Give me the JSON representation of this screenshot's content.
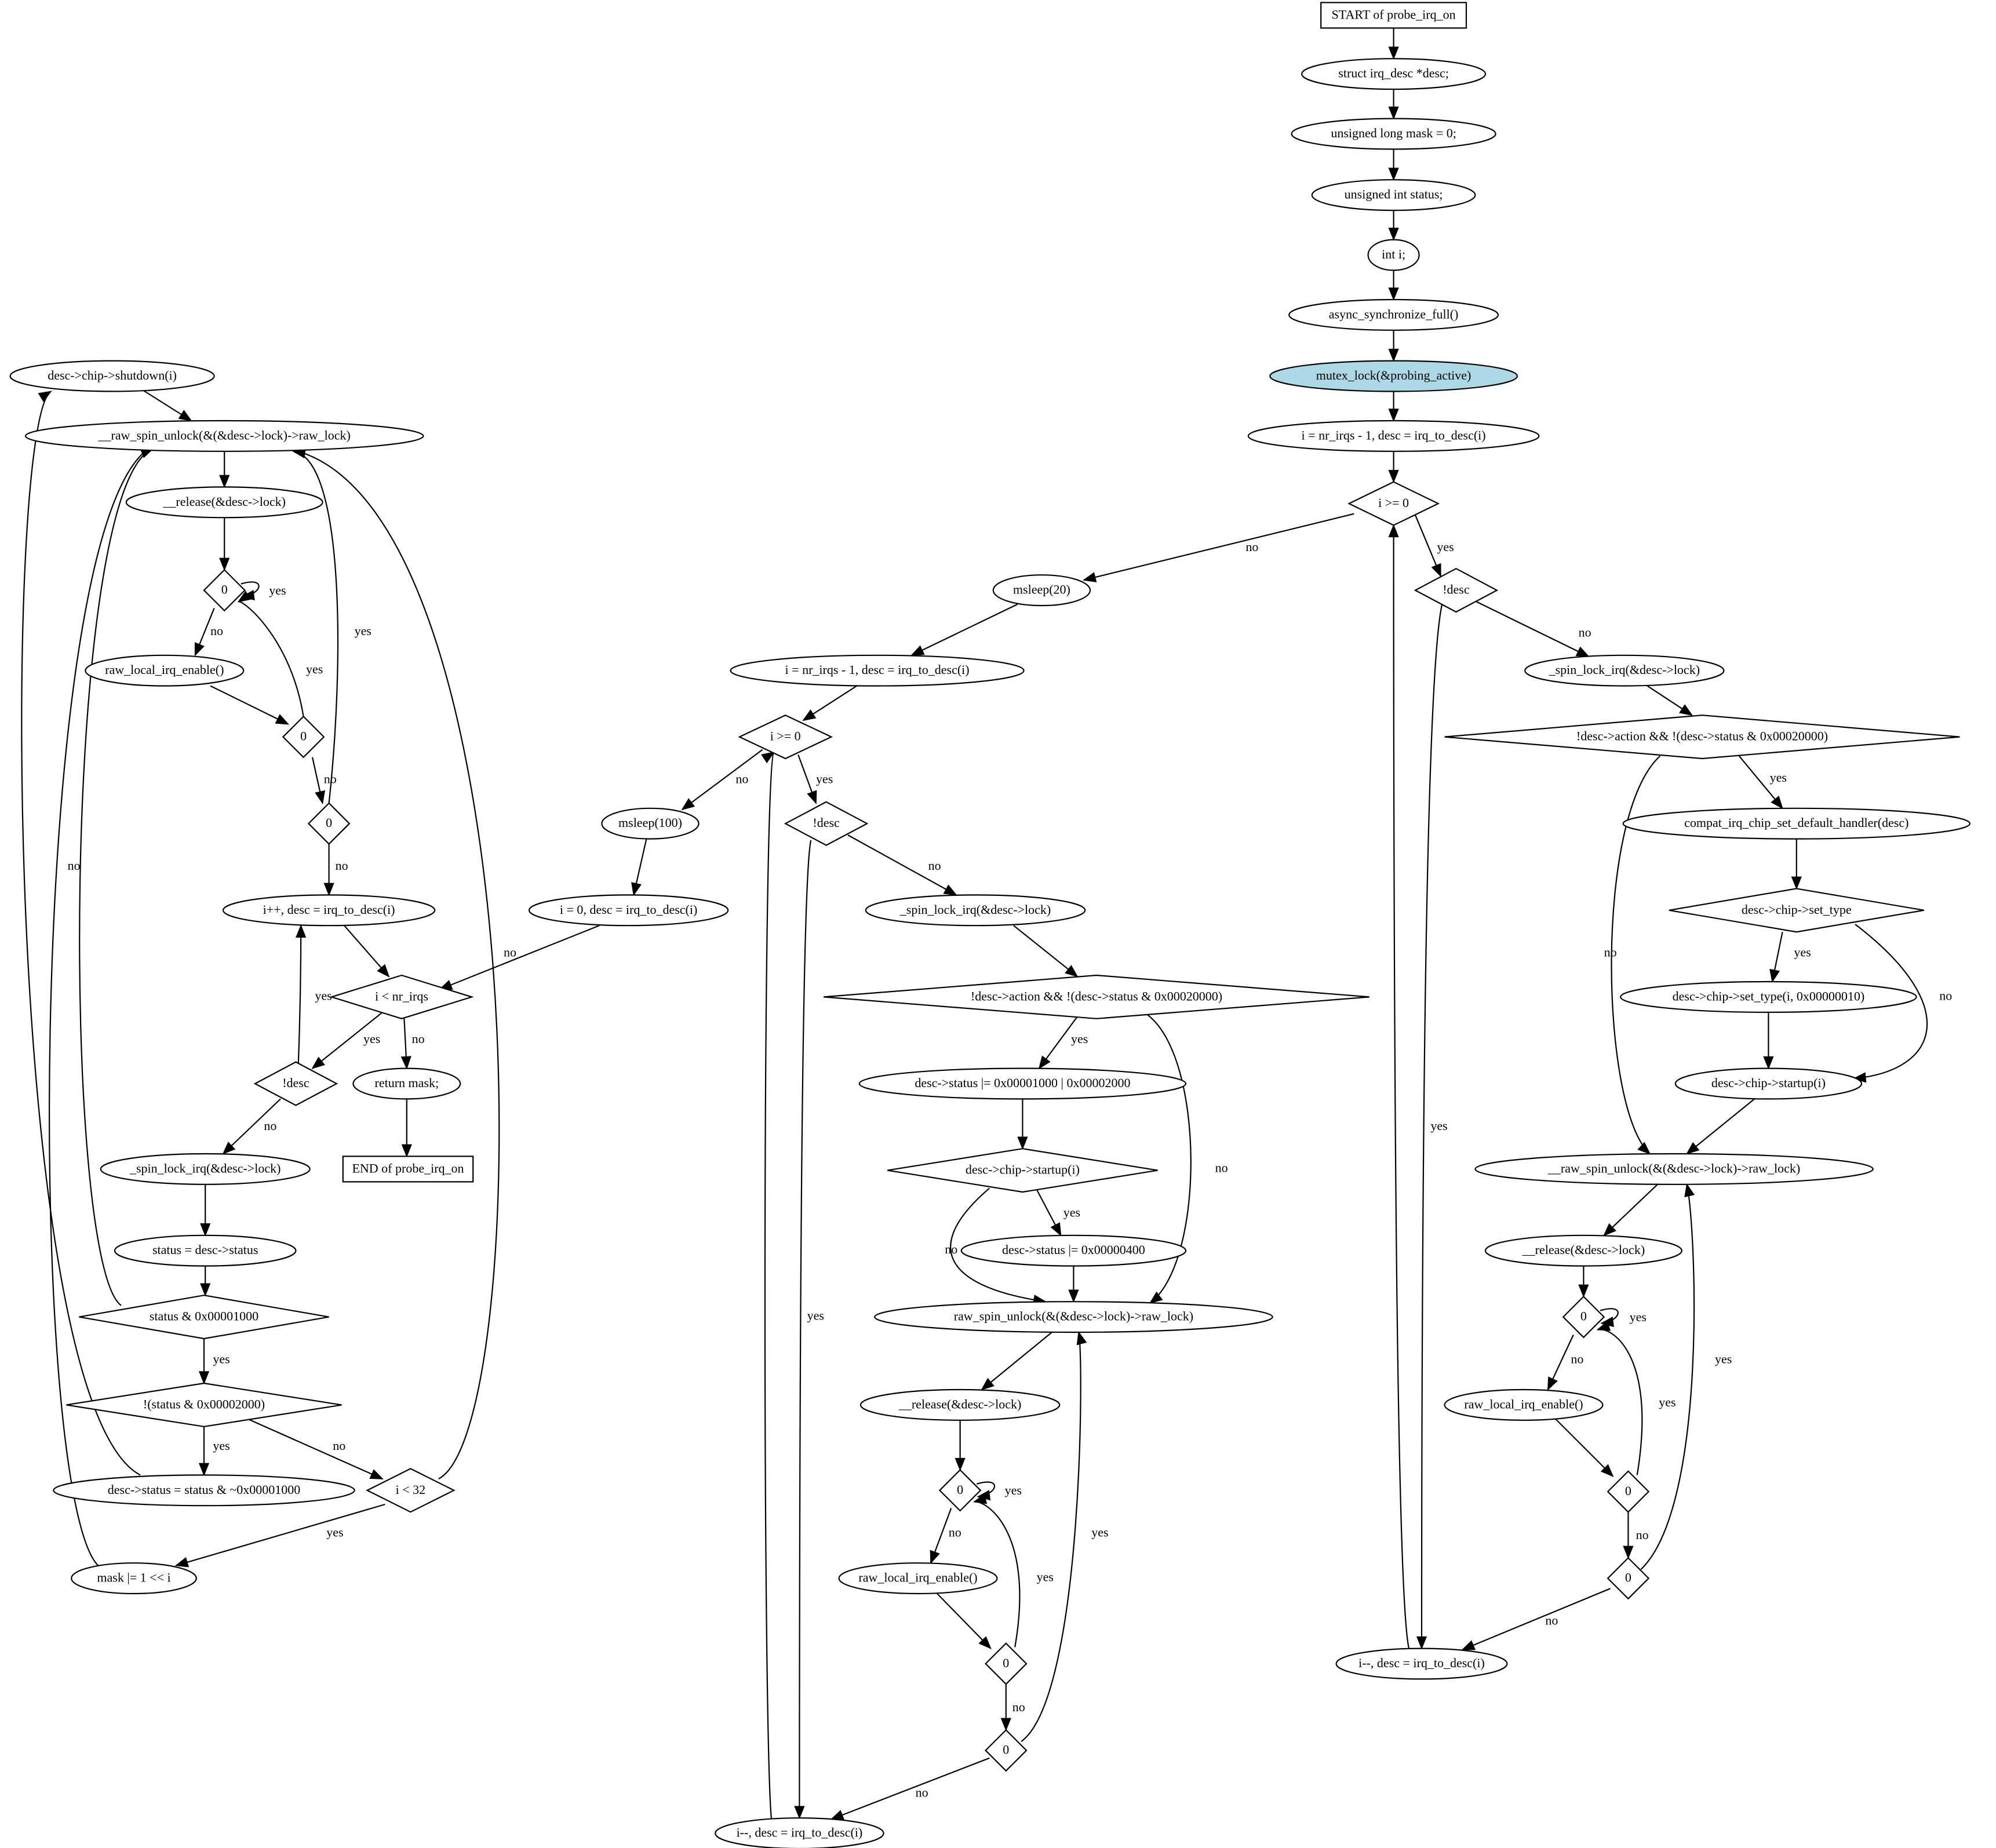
{
  "diagram": {
    "highlight_color": "#add8e6",
    "nodes": [
      {
        "id": "start",
        "shape": "box",
        "text": "START of probe_irq_on"
      },
      {
        "id": "n_desc",
        "shape": "ellipse",
        "text": "struct irq_desc *desc;"
      },
      {
        "id": "n_mask",
        "shape": "ellipse",
        "text": "unsigned long mask = 0;"
      },
      {
        "id": "n_status",
        "shape": "ellipse",
        "text": "unsigned int status;"
      },
      {
        "id": "n_int",
        "shape": "ellipse",
        "text": "int i;"
      },
      {
        "id": "n_async",
        "shape": "ellipse",
        "text": "async_synchronize_full()"
      },
      {
        "id": "n_mutex",
        "shape": "ellipse",
        "text": "mutex_lock(&probing_active)",
        "highlight": true
      },
      {
        "id": "n_init1",
        "shape": "ellipse",
        "text": "i = nr_irqs - 1, desc = irq_to_desc(i)"
      },
      {
        "id": "d_loop1",
        "shape": "diamond",
        "text": "i >= 0"
      },
      {
        "id": "d_desc1",
        "shape": "diamond",
        "text": "!desc"
      },
      {
        "id": "n_lock1",
        "shape": "ellipse",
        "text": "_spin_lock_irq(&desc->lock)"
      },
      {
        "id": "d_action1",
        "shape": "diamond",
        "text": "!desc->action && !(desc->status & 0x00020000)"
      },
      {
        "id": "n_compat",
        "shape": "ellipse",
        "text": "compat_irq_chip_set_default_handler(desc)"
      },
      {
        "id": "d_settype",
        "shape": "diamond",
        "text": "desc->chip->set_type"
      },
      {
        "id": "n_settype",
        "shape": "ellipse",
        "text": "desc->chip->set_type(i, 0x00000010)"
      },
      {
        "id": "n_startup1",
        "shape": "ellipse",
        "text": "desc->chip->startup(i)"
      },
      {
        "id": "n_unlock1",
        "shape": "ellipse",
        "text": "__raw_spin_unlock(&(&desc->lock)->raw_lock)"
      },
      {
        "id": "n_release1",
        "shape": "ellipse",
        "text": "__release(&desc->lock)"
      },
      {
        "id": "d_z1a",
        "shape": "diamond",
        "text": "0"
      },
      {
        "id": "n_rlie1",
        "shape": "ellipse",
        "text": "raw_local_irq_enable()"
      },
      {
        "id": "d_z1b",
        "shape": "diamond",
        "text": "0"
      },
      {
        "id": "d_z1c",
        "shape": "diamond",
        "text": "0"
      },
      {
        "id": "n_dec1",
        "shape": "ellipse",
        "text": "i--, desc = irq_to_desc(i)"
      },
      {
        "id": "n_msleep20",
        "shape": "ellipse",
        "text": "msleep(20)"
      },
      {
        "id": "n_init2",
        "shape": "ellipse",
        "text": "i = nr_irqs - 1, desc = irq_to_desc(i)"
      },
      {
        "id": "d_loop2",
        "shape": "diamond",
        "text": "i >= 0"
      },
      {
        "id": "d_desc2",
        "shape": "diamond",
        "text": "!desc"
      },
      {
        "id": "n_lock2",
        "shape": "ellipse",
        "text": "_spin_lock_irq(&desc->lock)"
      },
      {
        "id": "d_action2",
        "shape": "diamond",
        "text": "!desc->action && !(desc->status & 0x00020000)"
      },
      {
        "id": "n_setstat",
        "shape": "ellipse",
        "text": "desc->status |= 0x00001000 | 0x00002000"
      },
      {
        "id": "d_startup2",
        "shape": "diamond",
        "text": "desc->chip->startup(i)"
      },
      {
        "id": "n_setstat2",
        "shape": "ellipse",
        "text": "desc->status |= 0x00000400"
      },
      {
        "id": "n_unlock2",
        "shape": "ellipse",
        "text": "raw_spin_unlock(&(&desc->lock)->raw_lock)"
      },
      {
        "id": "n_release2",
        "shape": "ellipse",
        "text": "__release(&desc->lock)"
      },
      {
        "id": "d_z2a",
        "shape": "diamond",
        "text": "0"
      },
      {
        "id": "n_rlie2",
        "shape": "ellipse",
        "text": "raw_local_irq_enable()"
      },
      {
        "id": "d_z2b",
        "shape": "diamond",
        "text": "0"
      },
      {
        "id": "d_z2c",
        "shape": "diamond",
        "text": "0"
      },
      {
        "id": "n_dec2",
        "shape": "ellipse",
        "text": "i--, desc = irq_to_desc(i)"
      },
      {
        "id": "n_msleep100",
        "shape": "ellipse",
        "text": "msleep(100)"
      },
      {
        "id": "n_init3",
        "shape": "ellipse",
        "text": "i = 0, desc = irq_to_desc(i)"
      },
      {
        "id": "d_loop3",
        "shape": "diamond",
        "text": "i < nr_irqs"
      },
      {
        "id": "n_return",
        "shape": "ellipse",
        "text": "return mask;"
      },
      {
        "id": "end",
        "shape": "box",
        "text": "END of probe_irq_on"
      },
      {
        "id": "d_desc3",
        "shape": "diamond",
        "text": "!desc"
      },
      {
        "id": "n_lock3",
        "shape": "ellipse",
        "text": "_spin_lock_irq(&desc->lock)"
      },
      {
        "id": "n_getstat",
        "shape": "ellipse",
        "text": "status = desc->status"
      },
      {
        "id": "d_stat1",
        "shape": "diamond",
        "text": "status & 0x00001000"
      },
      {
        "id": "d_stat2",
        "shape": "diamond",
        "text": "!(status & 0x00002000)"
      },
      {
        "id": "n_clr",
        "shape": "ellipse",
        "text": "desc->status = status & ~0x00001000"
      },
      {
        "id": "n_shutdown",
        "shape": "ellipse",
        "text": "desc->chip->shutdown(i)"
      },
      {
        "id": "d_lt32",
        "shape": "diamond",
        "text": "i < 32"
      },
      {
        "id": "n_maskor",
        "shape": "ellipse",
        "text": "mask |= 1 << i"
      },
      {
        "id": "n_unlock3",
        "shape": "ellipse",
        "text": "__raw_spin_unlock(&(&desc->lock)->raw_lock)"
      },
      {
        "id": "n_release3",
        "shape": "ellipse",
        "text": "__release(&desc->lock)"
      },
      {
        "id": "d_z3a",
        "shape": "diamond",
        "text": "0"
      },
      {
        "id": "n_rlie3",
        "shape": "ellipse",
        "text": "raw_local_irq_enable()"
      },
      {
        "id": "d_z3b",
        "shape": "diamond",
        "text": "0"
      },
      {
        "id": "d_z3c",
        "shape": "diamond",
        "text": "0"
      },
      {
        "id": "n_inc",
        "shape": "ellipse",
        "text": "i++, desc = irq_to_desc(i)"
      }
    ],
    "edges": [
      {
        "from": "start",
        "to": "n_desc",
        "label": ""
      },
      {
        "from": "n_desc",
        "to": "n_mask",
        "label": ""
      },
      {
        "from": "n_mask",
        "to": "n_status",
        "label": ""
      },
      {
        "from": "n_status",
        "to": "n_int",
        "label": ""
      },
      {
        "from": "n_int",
        "to": "n_async",
        "label": ""
      },
      {
        "from": "n_async",
        "to": "n_mutex",
        "label": ""
      },
      {
        "from": "n_mutex",
        "to": "n_init1",
        "label": ""
      },
      {
        "from": "n_init1",
        "to": "d_loop1",
        "label": ""
      },
      {
        "from": "d_loop1",
        "to": "d_desc1",
        "label": "yes"
      },
      {
        "from": "d_loop1",
        "to": "n_msleep20",
        "label": "no"
      },
      {
        "from": "d_desc1",
        "to": "n_lock1",
        "label": "no"
      },
      {
        "from": "d_desc1",
        "to": "n_dec1",
        "label": "yes"
      },
      {
        "from": "n_lock1",
        "to": "d_action1",
        "label": ""
      },
      {
        "from": "d_action1",
        "to": "n_compat",
        "label": "yes"
      },
      {
        "from": "d_action1",
        "to": "n_unlock1",
        "label": "no"
      },
      {
        "from": "n_compat",
        "to": "d_settype",
        "label": ""
      },
      {
        "from": "d_settype",
        "to": "n_settype",
        "label": "yes"
      },
      {
        "from": "d_settype",
        "to": "n_startup1",
        "label": "no"
      },
      {
        "from": "n_settype",
        "to": "n_startup1",
        "label": ""
      },
      {
        "from": "n_startup1",
        "to": "n_unlock1",
        "label": ""
      },
      {
        "from": "n_unlock1",
        "to": "n_release1",
        "label": ""
      },
      {
        "from": "n_release1",
        "to": "d_z1a",
        "label": ""
      },
      {
        "from": "d_z1a",
        "to": "d_z1a",
        "label": "yes"
      },
      {
        "from": "d_z1a",
        "to": "n_rlie1",
        "label": "no"
      },
      {
        "from": "n_rlie1",
        "to": "d_z1b",
        "label": ""
      },
      {
        "from": "d_z1b",
        "to": "d_z1a",
        "label": "yes"
      },
      {
        "from": "d_z1b",
        "to": "d_z1c",
        "label": "no"
      },
      {
        "from": "d_z1c",
        "to": "n_unlock1",
        "label": "yes"
      },
      {
        "from": "d_z1c",
        "to": "n_dec1",
        "label": "no"
      },
      {
        "from": "n_dec1",
        "to": "d_loop1",
        "label": ""
      },
      {
        "from": "n_msleep20",
        "to": "n_init2",
        "label": ""
      },
      {
        "from": "n_init2",
        "to": "d_loop2",
        "label": ""
      },
      {
        "from": "d_loop2",
        "to": "d_desc2",
        "label": "yes"
      },
      {
        "from": "d_loop2",
        "to": "n_msleep100",
        "label": "no"
      },
      {
        "from": "d_desc2",
        "to": "n_lock2",
        "label": "no"
      },
      {
        "from": "d_desc2",
        "to": "n_dec2",
        "label": "yes"
      },
      {
        "from": "n_lock2",
        "to": "d_action2",
        "label": ""
      },
      {
        "from": "d_action2",
        "to": "n_setstat",
        "label": "yes"
      },
      {
        "from": "d_action2",
        "to": "n_unlock2",
        "label": "no"
      },
      {
        "from": "n_setstat",
        "to": "d_startup2",
        "label": ""
      },
      {
        "from": "d_startup2",
        "to": "n_setstat2",
        "label": "yes"
      },
      {
        "from": "d_startup2",
        "to": "n_unlock2",
        "label": "no"
      },
      {
        "from": "n_setstat2",
        "to": "n_unlock2",
        "label": ""
      },
      {
        "from": "n_unlock2",
        "to": "n_release2",
        "label": ""
      },
      {
        "from": "n_release2",
        "to": "d_z2a",
        "label": ""
      },
      {
        "from": "d_z2a",
        "to": "d_z2a",
        "label": "yes"
      },
      {
        "from": "d_z2a",
        "to": "n_rlie2",
        "label": "no"
      },
      {
        "from": "n_rlie2",
        "to": "d_z2b",
        "label": ""
      },
      {
        "from": "d_z2b",
        "to": "d_z2a",
        "label": "yes"
      },
      {
        "from": "d_z2b",
        "to": "d_z2c",
        "label": "no"
      },
      {
        "from": "d_z2c",
        "to": "n_unlock2",
        "label": "yes"
      },
      {
        "from": "d_z2c",
        "to": "n_dec2",
        "label": "no"
      },
      {
        "from": "n_dec2",
        "to": "d_loop2",
        "label": ""
      },
      {
        "from": "n_msleep100",
        "to": "n_init3",
        "label": ""
      },
      {
        "from": "n_init3",
        "to": "d_loop3",
        "label": ""
      },
      {
        "from": "d_loop3",
        "to": "d_desc3",
        "label": "yes"
      },
      {
        "from": "d_loop3",
        "to": "n_return",
        "label": "no"
      },
      {
        "from": "n_return",
        "to": "end",
        "label": ""
      },
      {
        "from": "d_desc3",
        "to": "n_inc",
        "label": "yes"
      },
      {
        "from": "d_desc3",
        "to": "n_lock3",
        "label": "no"
      },
      {
        "from": "n_lock3",
        "to": "n_getstat",
        "label": ""
      },
      {
        "from": "n_getstat",
        "to": "d_stat1",
        "label": ""
      },
      {
        "from": "d_stat1",
        "to": "d_stat2",
        "label": "yes"
      },
      {
        "from": "d_stat1",
        "to": "n_unlock3",
        "label": "no"
      },
      {
        "from": "d_stat2",
        "to": "n_clr",
        "label": "yes"
      },
      {
        "from": "d_stat2",
        "to": "d_lt32",
        "label": "no"
      },
      {
        "from": "n_clr",
        "to": "n_shutdown",
        "label": ""
      },
      {
        "from": "n_shutdown",
        "to": "n_unlock3",
        "label": ""
      },
      {
        "from": "d_lt32",
        "to": "n_maskor",
        "label": "yes"
      },
      {
        "from": "d_lt32",
        "to": "n_unlock3",
        "label": "no"
      },
      {
        "from": "n_maskor",
        "to": "n_unlock3",
        "label": ""
      },
      {
        "from": "n_unlock3",
        "to": "n_release3",
        "label": ""
      },
      {
        "from": "n_release3",
        "to": "d_z3a",
        "label": ""
      },
      {
        "from": "d_z3a",
        "to": "d_z3a",
        "label": "yes"
      },
      {
        "from": "d_z3a",
        "to": "n_rlie3",
        "label": "no"
      },
      {
        "from": "n_rlie3",
        "to": "d_z3b",
        "label": ""
      },
      {
        "from": "d_z3b",
        "to": "d_z3a",
        "label": "yes"
      },
      {
        "from": "d_z3b",
        "to": "d_z3c",
        "label": "no"
      },
      {
        "from": "d_z3c",
        "to": "n_unlock3",
        "label": "yes"
      },
      {
        "from": "d_z3c",
        "to": "n_inc",
        "label": "no"
      },
      {
        "from": "n_inc",
        "to": "d_loop3",
        "label": ""
      }
    ]
  }
}
